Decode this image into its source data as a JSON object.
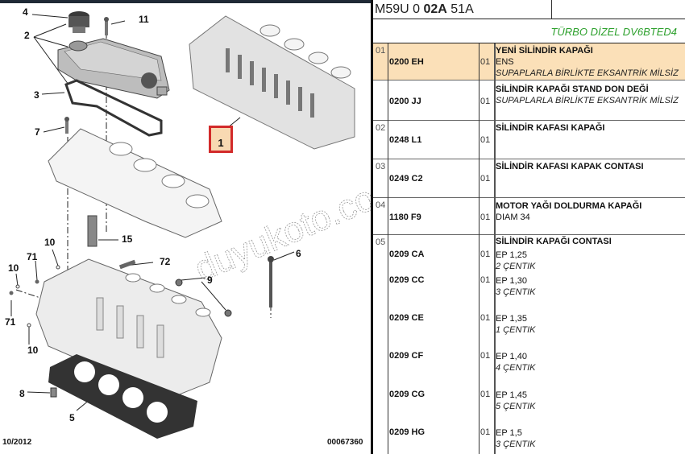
{
  "diagram": {
    "title": "Cylinder head exploded view",
    "ref_box_label": "1",
    "callouts": [
      {
        "id": "4",
        "label": "4"
      },
      {
        "id": "2",
        "label": "2"
      },
      {
        "id": "11",
        "label": "11"
      },
      {
        "id": "3",
        "label": "3"
      },
      {
        "id": "7",
        "label": "7"
      },
      {
        "id": "15",
        "label": "15"
      },
      {
        "id": "10a",
        "label": "10"
      },
      {
        "id": "71a",
        "label": "71"
      },
      {
        "id": "10b",
        "label": "10"
      },
      {
        "id": "72",
        "label": "72"
      },
      {
        "id": "71b",
        "label": "71"
      },
      {
        "id": "10c",
        "label": "10"
      },
      {
        "id": "9",
        "label": "9"
      },
      {
        "id": "6",
        "label": "6"
      },
      {
        "id": "8",
        "label": "8"
      },
      {
        "id": "5",
        "label": "5"
      }
    ],
    "footer_date": "10/2012",
    "footer_code": "00067360",
    "watermark": "duyukoto.com"
  },
  "parts_table": {
    "header_ref_prefix": "M59U 0 ",
    "header_ref_bold": "02A",
    "header_ref_suffix": " 51A",
    "engine": "TÜRBO DİZEL DV6BTED4",
    "accent_color": "#2ca02c",
    "highlight_color": "#fbe0b8",
    "rows": [
      {
        "idx": "01",
        "ref": "0200 EH",
        "qty": "01",
        "title": "YENİ SİLİNDİR KAPAĞI",
        "lines": [
          "ENS"
        ],
        "note": "SUPAPLARLA BİRLİKTE EKSANTRİK MİLSİZ",
        "highlighted": true
      },
      {
        "idx": "",
        "ref": "0200 JJ",
        "qty": "01",
        "title": "SİLİNDİR KAPAĞI STAND DON DEĞİ",
        "lines": [],
        "note": "SUPAPLARLA BİRLİKTE EKSANTRİK MİLSİZ",
        "highlighted": false
      },
      {
        "idx": "02",
        "ref": "0248 L1",
        "qty": "01",
        "title": "SİLİNDİR KAFASI KAPAĞI",
        "lines": [],
        "note": "",
        "highlighted": false
      },
      {
        "idx": "03",
        "ref": "0249 C2",
        "qty": "01",
        "title": "SİLİNDİR KAFASI KAPAK CONTASI",
        "lines": [],
        "note": "",
        "highlighted": false
      },
      {
        "idx": "04",
        "ref": "1180 F9",
        "qty": "01",
        "title": "MOTOR YAĞI DOLDURMA KAPAĞI",
        "lines": [
          "DIAM 34"
        ],
        "note": "",
        "highlighted": false
      },
      {
        "idx": "05",
        "title": "SİLİNDİR KAPAĞI CONTASI",
        "variants": [
          {
            "ref": "0209 CA",
            "qty": "01",
            "spec": "EP 1,25",
            "note": "2 ÇENTIK"
          },
          {
            "ref": "0209 CC",
            "qty": "01",
            "spec": "EP 1,30",
            "note": "3 ÇENTIK"
          },
          {
            "ref": "0209 CE",
            "qty": "01",
            "spec": "EP 1,35",
            "note": "1 ÇENTIK"
          },
          {
            "ref": "0209 CF",
            "qty": "01",
            "spec": "EP 1,40",
            "note": "4 ÇENTIK"
          },
          {
            "ref": "0209 CG",
            "qty": "01",
            "spec": "EP 1,45",
            "note": "5 ÇENTIK"
          },
          {
            "ref": "0209 HG",
            "qty": "01",
            "spec": "EP 1,5",
            "note": "3 ÇENTIK"
          }
        ]
      }
    ]
  }
}
